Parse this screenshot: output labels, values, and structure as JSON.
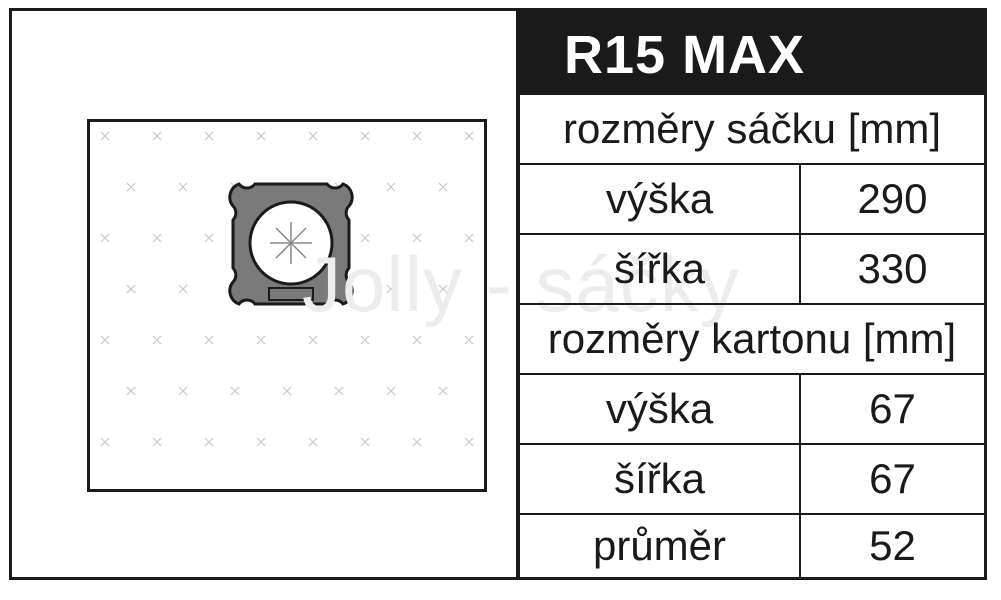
{
  "title": "R15 MAX",
  "watermark": "Jolly - sáčky",
  "sections": [
    {
      "header": "rozměry sáčku [mm]",
      "rows": [
        {
          "label": "výška",
          "value": "290"
        },
        {
          "label": "šířka",
          "value": "330"
        }
      ]
    },
    {
      "header": "rozměry kartonu [mm]",
      "rows": [
        {
          "label": "výška",
          "value": "67"
        },
        {
          "label": "šířka",
          "value": "67"
        },
        {
          "label": "průměr",
          "value": "52"
        }
      ]
    }
  ],
  "icons": {
    "bag_collar": "cardboard-collar-icon",
    "pattern": "cross-pattern"
  },
  "colors": {
    "ink": "#1a1a1a",
    "collar_fill": "#7a7a7a",
    "watermark": "#ececec"
  }
}
